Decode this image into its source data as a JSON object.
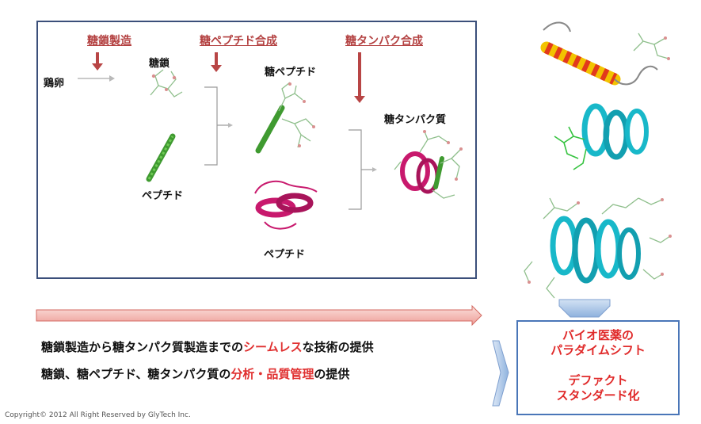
{
  "diagram": {
    "steps": {
      "glycan_mfg": "糖鎖製造",
      "glycopeptide_synth": "糖ペプチド合成",
      "glycoprotein_synth": "糖タンパク合成"
    },
    "labels": {
      "egg": "鶏卵",
      "glycan": "糖鎖",
      "peptide1": "ペプチド",
      "glycopeptide": "糖ペプチド",
      "peptide2": "ペプチド",
      "glycoprotein": "糖タンパク質"
    }
  },
  "statements": {
    "line1": {
      "pre": "糖鎖製造から糖タンパク質製造までの",
      "highlight": "シームレス",
      "post": "な技術の提供"
    },
    "line2": {
      "pre": "糖鎖、糖ペプチド、糖タンパク質の",
      "highlight": "分析・品質管理",
      "post": "の提供"
    }
  },
  "result_box": {
    "line1": "バイオ医薬の",
    "line2": "パラダイムシフト",
    "line3": "デファクト",
    "line4": "スタンダード化"
  },
  "copyright": "Copyright© 2012 All Right Reserved by GlyTech Inc.",
  "colors": {
    "frame": "#3b4f7a",
    "step_text": "#b34040",
    "arrow": "#b84545",
    "highlight": "#e03030",
    "result_border": "#4a76b8",
    "progress_arrow": "#f3c4c0"
  }
}
